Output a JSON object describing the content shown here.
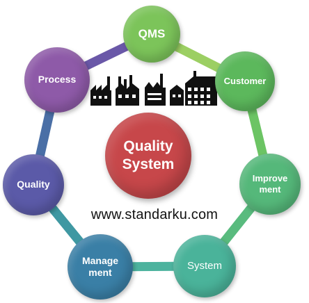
{
  "center": {
    "label": "Quality\nSystem",
    "color": "#c7474a"
  },
  "nodes": [
    {
      "id": "qms",
      "label": "QMS",
      "color": "#7cc45a"
    },
    {
      "id": "customer",
      "label": "Customer",
      "color": "#5cb85c"
    },
    {
      "id": "improvement",
      "label": "Improve\nment",
      "color": "#55b87a"
    },
    {
      "id": "system",
      "label": "System",
      "color": "#4ab39a"
    },
    {
      "id": "management",
      "label": "Manage\nment",
      "color": "#3a7fa6"
    },
    {
      "id": "quality",
      "label": "Quality",
      "color": "#5b5aa8"
    },
    {
      "id": "process",
      "label": "Process",
      "color": "#8e5aa8"
    }
  ],
  "website": "www.standarku.com",
  "ring_colors": [
    "#9ccf63",
    "#6cc464",
    "#59bb7e",
    "#4db39e",
    "#3f98a2",
    "#4a6fa6",
    "#6a58a8"
  ],
  "icons": {
    "factories": "factory-buildings-icon"
  }
}
